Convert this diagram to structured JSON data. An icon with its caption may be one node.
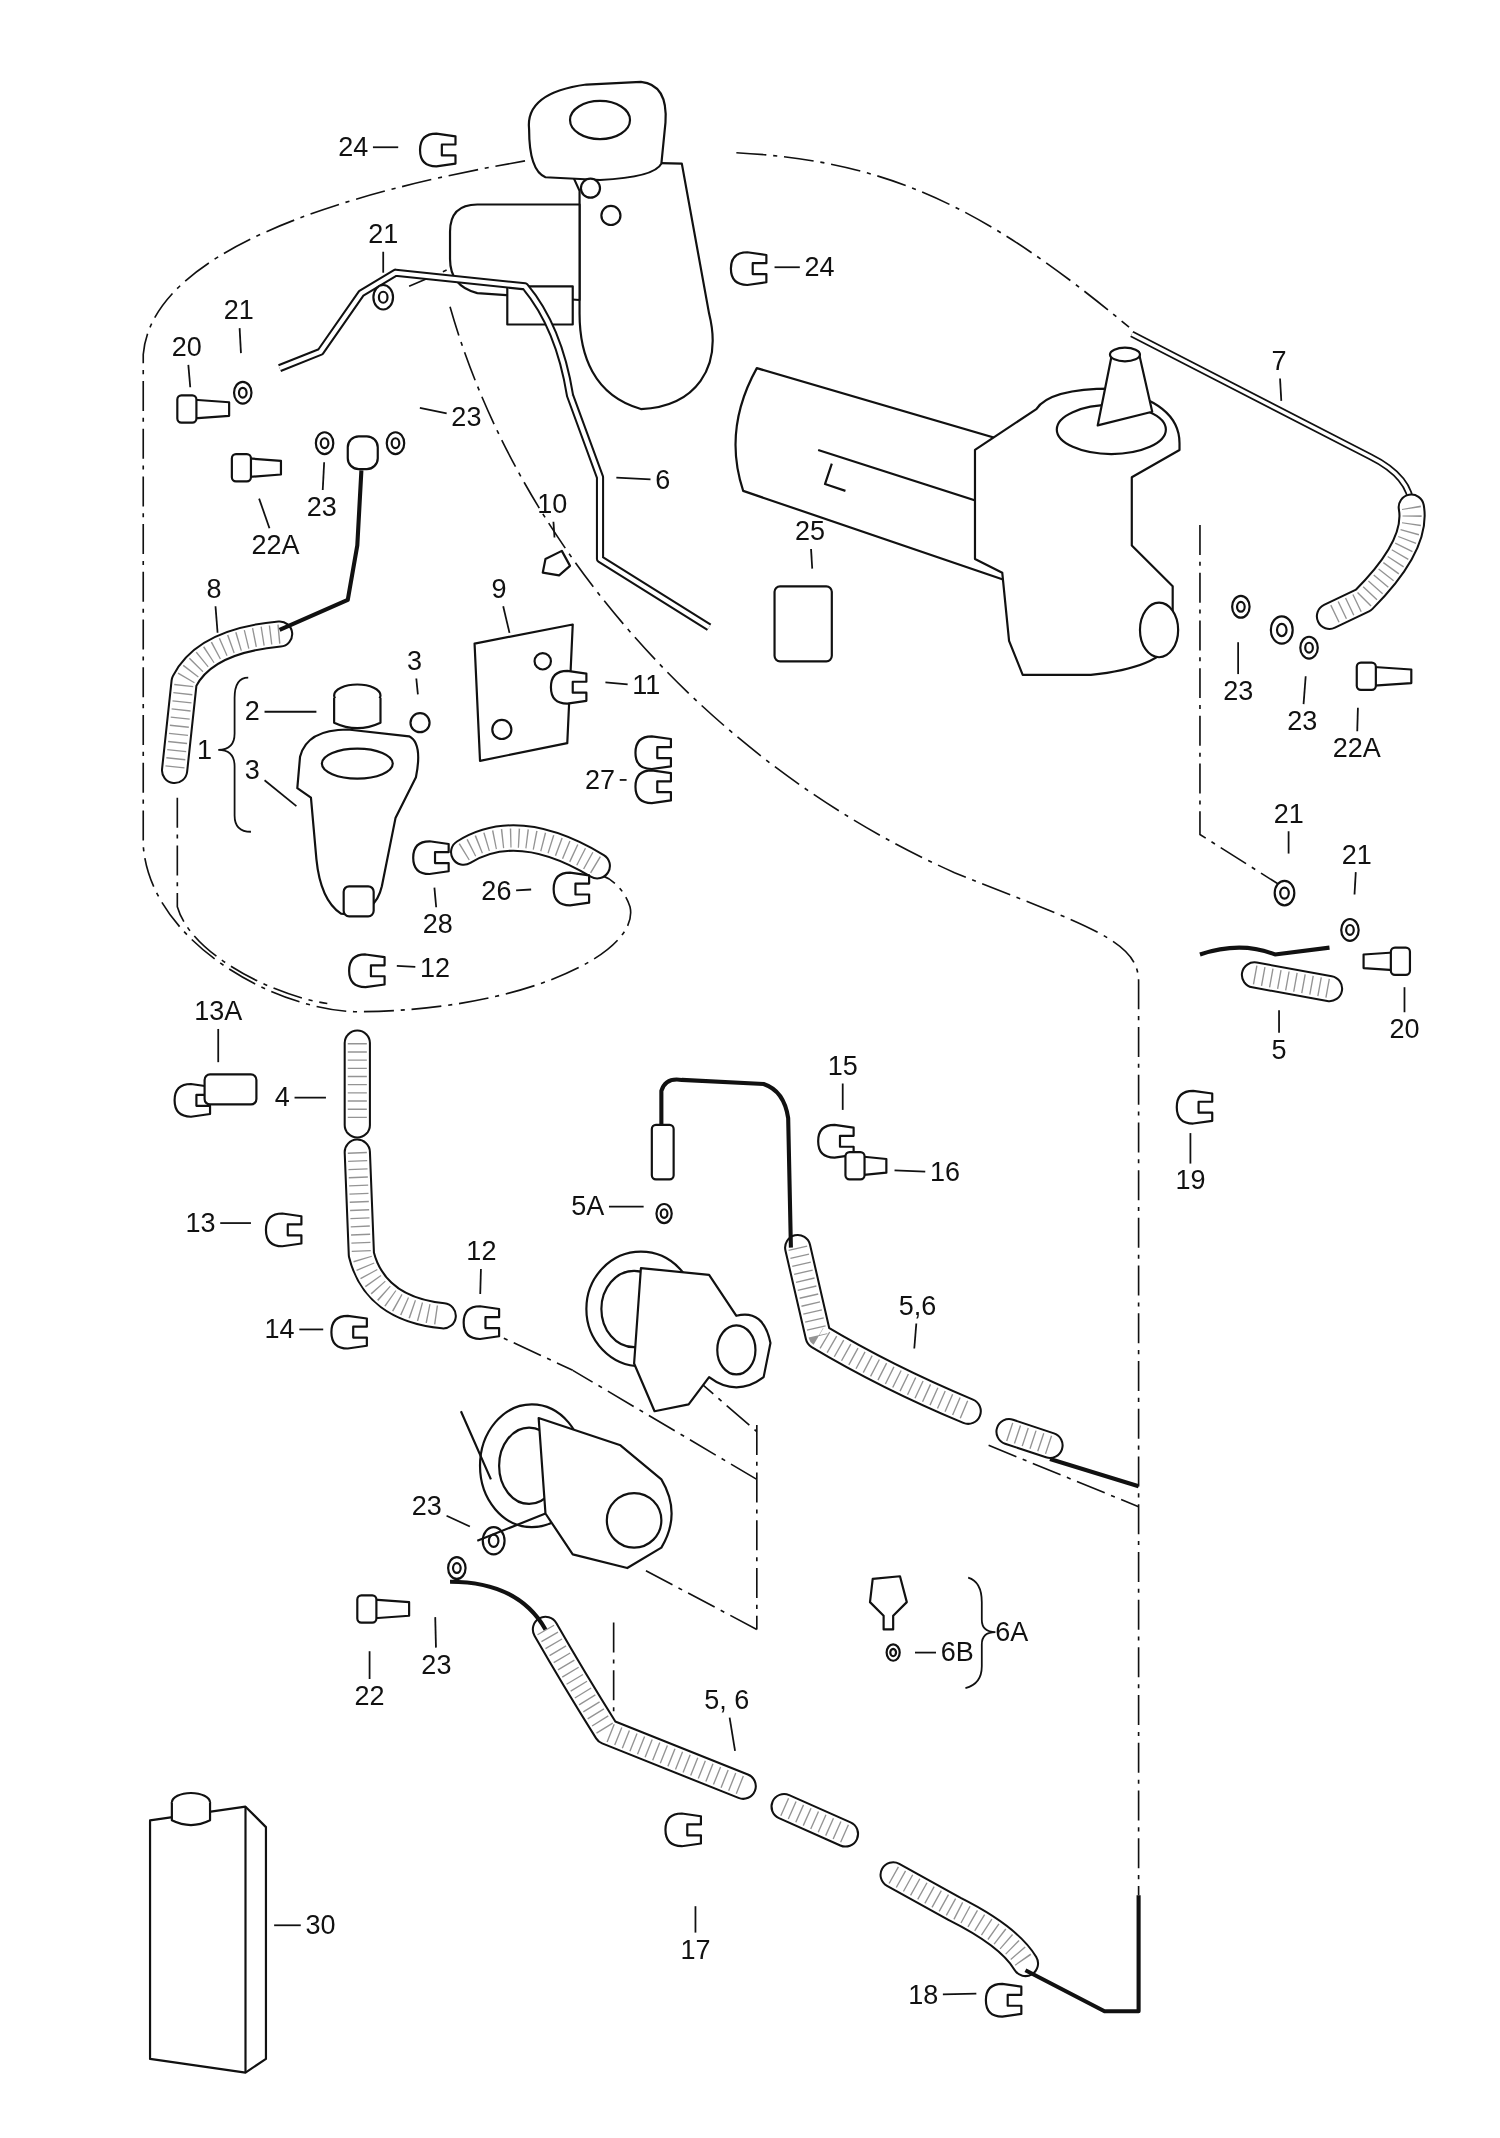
{
  "diagram": {
    "nodes": [
      {
        "text": [
          "24"
        ]
      },
      {
        "text": [
          "24"
        ]
      },
      {
        "text": [
          "21"
        ]
      },
      {
        "text": [
          "7"
        ]
      },
      {
        "text": [
          "21"
        ]
      },
      {
        "text": [
          "20"
        ]
      },
      {
        "text": [
          "23"
        ]
      },
      {
        "text": [
          "6"
        ]
      },
      {
        "text": [
          "22A"
        ]
      },
      {
        "text": [
          "23"
        ]
      },
      {
        "text": [
          "10"
        ]
      },
      {
        "text": [
          "8"
        ]
      },
      {
        "text": [
          "9"
        ]
      },
      {
        "text": [
          "25"
        ]
      },
      {
        "text": [
          "3"
        ]
      },
      {
        "text": [
          "2"
        ]
      },
      {
        "text": [
          "11"
        ]
      },
      {
        "text": [
          "1"
        ]
      },
      {
        "text": [
          "3"
        ]
      },
      {
        "text": [
          "27"
        ]
      },
      {
        "text": [
          "23"
        ]
      },
      {
        "text": [
          "23"
        ]
      },
      {
        "text": [
          "22A"
        ]
      },
      {
        "text": [
          "26"
        ]
      },
      {
        "text": [
          "28"
        ]
      },
      {
        "text": [
          "12"
        ]
      },
      {
        "text": [
          "21"
        ]
      },
      {
        "text": [
          "21"
        ]
      },
      {
        "text": [
          "20"
        ]
      },
      {
        "text": [
          "5"
        ]
      },
      {
        "text": [
          "13A"
        ]
      },
      {
        "text": [
          "4"
        ]
      },
      {
        "text": [
          "15"
        ]
      },
      {
        "text": [
          "16"
        ]
      },
      {
        "text": [
          "19"
        ]
      },
      {
        "text": [
          "5A"
        ]
      },
      {
        "text": [
          "13"
        ]
      },
      {
        "text": [
          "12"
        ]
      },
      {
        "text": [
          "5,6"
        ]
      },
      {
        "text": [
          "14"
        ]
      },
      {
        "text": [
          "23"
        ]
      },
      {
        "text": [
          "6A"
        ]
      },
      {
        "text": [
          "6B"
        ]
      },
      {
        "text": [
          "22"
        ]
      },
      {
        "text": [
          "23"
        ]
      },
      {
        "text": [
          "5, 6"
        ]
      },
      {
        "text": [
          "17"
        ]
      },
      {
        "text": [
          "30"
        ]
      },
      {
        "text": [
          "18"
        ]
      }
    ],
    "edges": [
      {
        "from": 0,
        "to": null,
        "arrow": "none"
      },
      {
        "from": 1,
        "to": null,
        "arrow": "none"
      },
      {
        "from": 2,
        "to": null,
        "arrow": "none"
      },
      {
        "from": 3,
        "to": null,
        "arrow": "none"
      },
      {
        "from": 4,
        "to": null,
        "arrow": "none"
      },
      {
        "from": 5,
        "to": null,
        "arrow": "none"
      },
      {
        "from": 6,
        "to": null,
        "arrow": "none"
      },
      {
        "from": 7,
        "to": null,
        "arrow": "none"
      },
      {
        "from": 8,
        "to": null,
        "arrow": "none"
      },
      {
        "from": 9,
        "to": null,
        "arrow": "none"
      },
      {
        "from": 10,
        "to": null,
        "arrow": "none"
      },
      {
        "from": 11,
        "to": null,
        "arrow": "none"
      },
      {
        "from": 12,
        "to": null,
        "arrow": "none"
      },
      {
        "from": 13,
        "to": null,
        "arrow": "none"
      },
      {
        "from": 14,
        "to": null,
        "arrow": "none"
      },
      {
        "from": 15,
        "to": null,
        "arrow": "none"
      },
      {
        "from": 16,
        "to": null,
        "arrow": "none"
      },
      {
        "from": 18,
        "to": null,
        "arrow": "none"
      },
      {
        "from": 19,
        "to": null,
        "arrow": "none"
      },
      {
        "from": 20,
        "to": null,
        "arrow": "none"
      },
      {
        "from": 21,
        "to": null,
        "arrow": "none"
      },
      {
        "from": 22,
        "to": null,
        "arrow": "none"
      },
      {
        "from": 23,
        "to": null,
        "arrow": "none"
      },
      {
        "from": 24,
        "to": null,
        "arrow": "none"
      },
      {
        "from": 25,
        "to": null,
        "arrow": "none"
      },
      {
        "from": 26,
        "to": null,
        "arrow": "none"
      },
      {
        "from": 27,
        "to": null,
        "arrow": "none"
      },
      {
        "from": 28,
        "to": null,
        "arrow": "none"
      },
      {
        "from": 29,
        "to": null,
        "arrow": "none"
      },
      {
        "from": 30,
        "to": null,
        "arrow": "none"
      },
      {
        "from": 31,
        "to": null,
        "arrow": "none"
      },
      {
        "from": 32,
        "to": null,
        "arrow": "none"
      },
      {
        "from": 33,
        "to": null,
        "arrow": "none"
      },
      {
        "from": 34,
        "to": null,
        "arrow": "none"
      },
      {
        "from": 35,
        "to": null,
        "arrow": "none"
      },
      {
        "from": 36,
        "to": null,
        "arrow": "none"
      },
      {
        "from": 37,
        "to": null,
        "arrow": "none"
      },
      {
        "from": 38,
        "to": null,
        "arrow": "none"
      },
      {
        "from": 39,
        "to": null,
        "arrow": "none"
      },
      {
        "from": 40,
        "to": null,
        "arrow": "none"
      },
      {
        "from": 42,
        "to": null,
        "arrow": "none"
      },
      {
        "from": 43,
        "to": null,
        "arrow": "none"
      },
      {
        "from": 44,
        "to": null,
        "arrow": "none"
      },
      {
        "from": 45,
        "to": null,
        "arrow": "none"
      },
      {
        "from": 46,
        "to": null,
        "arrow": "none"
      },
      {
        "from": 47,
        "to": null,
        "arrow": "none"
      },
      {
        "from": 48,
        "to": null,
        "arrow": "none"
      }
    ]
  }
}
